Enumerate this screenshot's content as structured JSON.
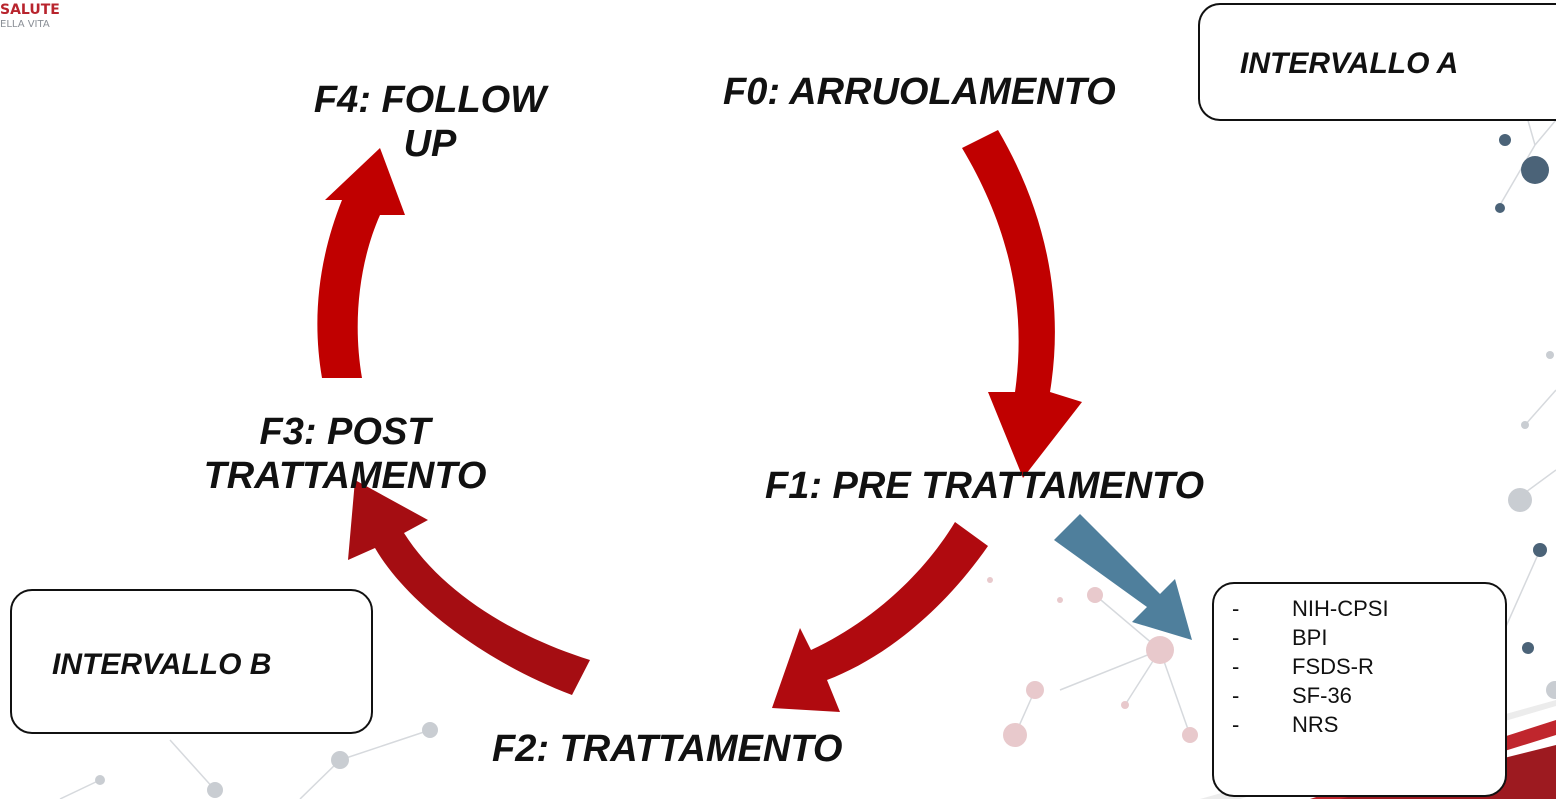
{
  "logo": {
    "line1": "SALUTE",
    "line2": "ELLA VITA"
  },
  "phases": {
    "f0": "F0: ARRUOLAMENTO",
    "f1": "F1: PRE TRATTAMENTO",
    "f2": "F2: TRATTAMENTO",
    "f3_line1": "F3: POST",
    "f3_line2": "TRATTAMENTO",
    "f4_line1": "F4: FOLLOW",
    "f4_line2": "UP"
  },
  "interval_a": "INTERVALLO A",
  "interval_b": "INTERVALLO B",
  "questionnaires": [
    "NIH-CPSI",
    "BPI",
    "FSDS-R",
    "SF-36",
    "NRS"
  ],
  "list_marker": "-",
  "colors": {
    "cycle_arrow": "#c00000",
    "cycle_arrow_dark": "#a50d12",
    "info_arrow": "#4f7f9c",
    "text": "#111111"
  }
}
